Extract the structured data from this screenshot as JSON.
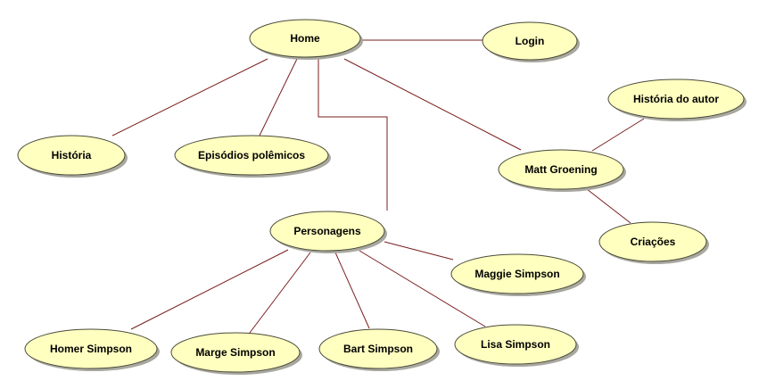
{
  "colors": {
    "node_fill": "#ffffc0",
    "node_border": "#4a4a3a",
    "edge": "#7a1f1f",
    "shadow": "#a8a8a0"
  },
  "nodes": {
    "home": "Home",
    "login": "Login",
    "historia": "História",
    "episodios": "Episódios polêmicos",
    "matt": "Matt Groening",
    "historia_autor": "História do autor",
    "criacoes": "Criações",
    "personagens": "Personagens",
    "maggie": "Maggie Simpson",
    "homer": "Homer Simpson",
    "marge": "Marge Simpson",
    "bart": "Bart Simpson",
    "lisa": "Lisa Simpson"
  },
  "edges": [
    [
      "home",
      "login"
    ],
    [
      "home",
      "historia"
    ],
    [
      "home",
      "episodios"
    ],
    [
      "home",
      "personagens"
    ],
    [
      "home",
      "matt"
    ],
    [
      "matt",
      "historia_autor"
    ],
    [
      "matt",
      "criacoes"
    ],
    [
      "personagens",
      "maggie"
    ],
    [
      "personagens",
      "homer"
    ],
    [
      "personagens",
      "marge"
    ],
    [
      "personagens",
      "bart"
    ],
    [
      "personagens",
      "lisa"
    ]
  ]
}
